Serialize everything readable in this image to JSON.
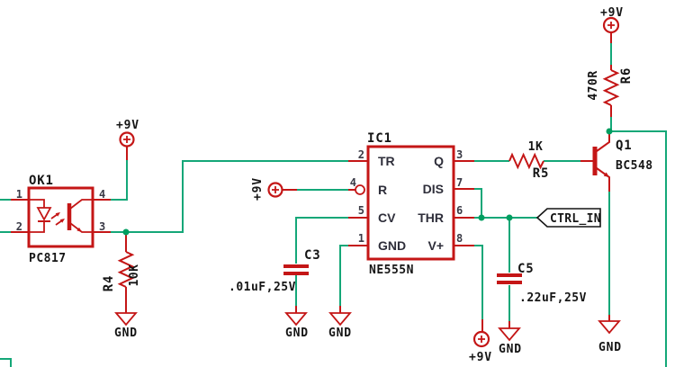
{
  "colors": {
    "comp": "#c41616",
    "wire": "#14a778",
    "junction": "#009e60",
    "ink": "#151515",
    "pin_name": "#2e2e3a",
    "pin_num": "#3a3a46",
    "bg": "#ffffff"
  },
  "power": {
    "vcc": "+9V",
    "gnd": "GND"
  },
  "schematic": {
    "net_label": "CTRL_IN",
    "optocoupler": {
      "ref": "OK1",
      "value": "PC817",
      "pins": {
        "p1": "1",
        "p2": "2",
        "p3": "3",
        "p4": "4"
      }
    },
    "ic": {
      "ref": "IC1",
      "value": "NE555N",
      "left_pins": [
        {
          "num": "2",
          "name": "TR"
        },
        {
          "num": "4",
          "name": "R"
        },
        {
          "num": "5",
          "name": "CV"
        },
        {
          "num": "1",
          "name": "GND"
        }
      ],
      "right_pins": [
        {
          "num": "3",
          "name": "Q"
        },
        {
          "num": "7",
          "name": "DIS"
        },
        {
          "num": "6",
          "name": "THR"
        },
        {
          "num": "8",
          "name": "V+"
        }
      ]
    },
    "resistors": [
      {
        "ref": "R4",
        "value": "10K"
      },
      {
        "ref": "R5",
        "value": "1K"
      },
      {
        "ref": "R6",
        "value": "470R"
      }
    ],
    "capacitors": [
      {
        "ref": "C3",
        "value": ".01uF,25V"
      },
      {
        "ref": "C5",
        "value": ".22uF,25V"
      }
    ],
    "transistor": {
      "ref": "Q1",
      "value": "BC548"
    }
  }
}
